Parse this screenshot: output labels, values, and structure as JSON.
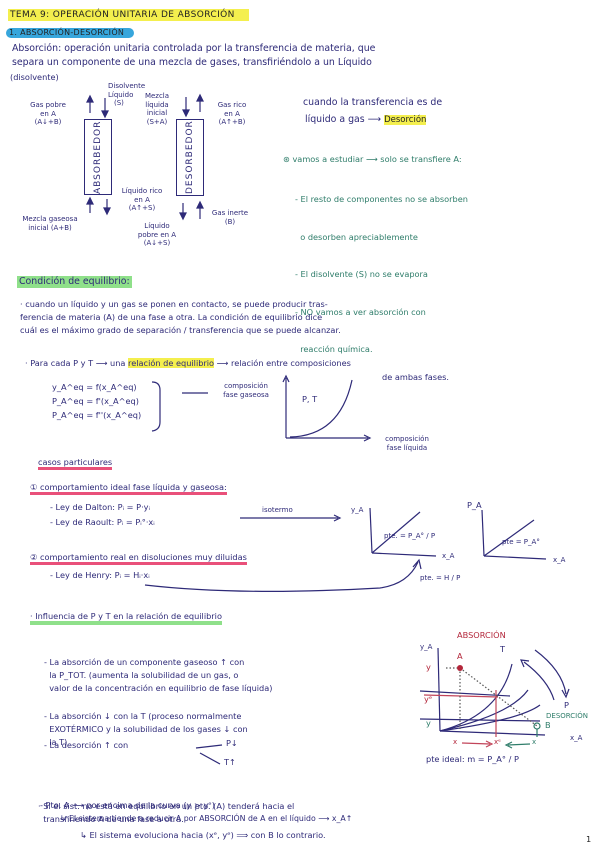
{
  "header": {
    "title": "TEMA 9: OPERACIÓN UNITARIA DE ABSORCIÓN",
    "section1": "1. ABSORCIÓN-DESORCIÓN"
  },
  "definition": {
    "term": "Absorción",
    "line1": ": operación unitaria controlada por la transferencia de materia, que",
    "line2": "separa un componente de una mezcla de gases, transfiriéndolo a un Líquido",
    "line3": "(disolvente)"
  },
  "diagram": {
    "absorbedor_label": "ABSORBEDOR",
    "desorbedor_label": "DESORBEDOR",
    "gas_pobre": [
      "Gas pobre",
      "en A",
      "(A↓+B)"
    ],
    "disolvente_liquido": [
      "Disolvente",
      "Líquido",
      "(S)"
    ],
    "mezcla_liquida": [
      "Mezcla",
      "líquida",
      "inicial",
      "(S+A)"
    ],
    "gas_rico": [
      "Gas rico",
      "en A",
      "(A↑+B)"
    ],
    "mezcla_gaseosa": [
      "Mezcla gaseosa",
      "inicial (A+B)"
    ],
    "liquido_rico": [
      "Líquido rico",
      "en A",
      "(A↑+S)"
    ],
    "liquido_pobre": [
      "Líquido",
      "pobre en A",
      "(A↓+S)"
    ],
    "gas_inerte": [
      "Gas inerte",
      "(B)"
    ]
  },
  "desorcion_note": {
    "line1": "cuando la transferencia es de",
    "line2": "líquido a gas ⟶",
    "highlight": "Desorción"
  },
  "estudio": {
    "intro": "⊛ vamos a estudiar ⟶ solo se transfiere A:",
    "items": [
      "- El resto de componentes no se absorben",
      "  o desorben apreciablemente",
      "- El disolvente (S) no se evapora",
      "- NO vamos a ver absorción con",
      "  reacción química."
    ]
  },
  "equilibrio": {
    "heading": "Condición de equilibrio:",
    "para1": [
      "· cuando un líquido y un gas se ponen en contacto, se puede producir tras-",
      "ferencia de materia (A) de una fase a otra. La condición de equilibrio dice",
      "cuál es el máximo grado de separación / transferencia que se puede alcanzar."
    ],
    "para2_pre": "· Para cada P y T ⟶ una ",
    "para2_highlight": "relación de equilibrio",
    "para2_post": " ⟶ relación entre composiciones",
    "para2_line2": "de ambas fases.",
    "equations": [
      "y_A^eq = f(x_A^eq)",
      "P_A^eq = f'(x_A^eq)",
      "P_A^eq = f''(x_A^eq)"
    ],
    "graph": {
      "ylabel": [
        "composición",
        "fase gaseosa"
      ],
      "xlabel": [
        "composición",
        "fase líquida"
      ],
      "curve_label": "P, T"
    }
  },
  "casos": {
    "heading": "casos particulares",
    "case1": "① comportamiento ideal fase líquida y gaseosa:",
    "dalton": "- Ley de Dalton: Pᵢ = P·yᵢ",
    "raoult": "- Ley de Raoult: Pᵢ = Pᵢ°·xᵢ",
    "isotermo": "isotermo",
    "graph1": {
      "ylabel": "y_A",
      "xlabel": "x_A",
      "slope": "pte. = P_A° / P"
    },
    "graph2": {
      "ylabel": "P_A",
      "xlabel": "x_A",
      "slope": "pte = P_A°"
    },
    "case2": "② comportamiento real en disoluciones muy diluidas",
    "henry": "- Ley de Henry: Pᵢ = Hᵢ·xᵢ",
    "henry_slope": "pte. = H / P"
  },
  "influencia": {
    "heading": "· Influencia de P y T en la relación de equilibrio",
    "item1": [
      "- La absorción de un componente gaseoso ↑ con",
      "  la P_TOT. (aumenta la solubilidad de un gas, o",
      "  valor de la concentración en equilibrio de fase líquida)"
    ],
    "item2": [
      "- La absorción ↓ con la T (proceso normalmente",
      "  EXOTÉRMICO y la solubilidad de los gases ↓ con",
      "  la T)"
    ],
    "item3": "- La desorción ↑ con",
    "item3_branches": [
      "P↓",
      "T↑"
    ],
    "item4": [
      "· Si el sist. no está en equilibrio en un pto. (A) tenderá hacia el",
      "  transfiriendo A de una fase a otra."
    ],
    "item5": "- Pto. A ⟶ por encima de la curva (y > yᵉ)",
    "item5_sub1": "↳ El sistema tiende a reducir A por ABSORCIÓN de A en el líquido ⟶ x_A↑",
    "item5_sub2": "↳ El sistema evoluciona hacia (xᵉ, yᵉ) ⟹ con B lo contrario.",
    "graph": {
      "title_abs": "ABSORCIÓN",
      "title_des": "DESORCIÓN",
      "point_a": "A",
      "point_b": "B",
      "label_t": "T",
      "label_p": "P",
      "ylabel": "y_A",
      "xlabel": "x_A",
      "y_ticks": [
        "y",
        "yᵉ",
        "y"
      ],
      "x_ticks": [
        "x",
        "xᵉ",
        "x"
      ],
      "ideal_slope": "pte ideal: m = P_A° / P"
    }
  },
  "page_number": "1"
}
